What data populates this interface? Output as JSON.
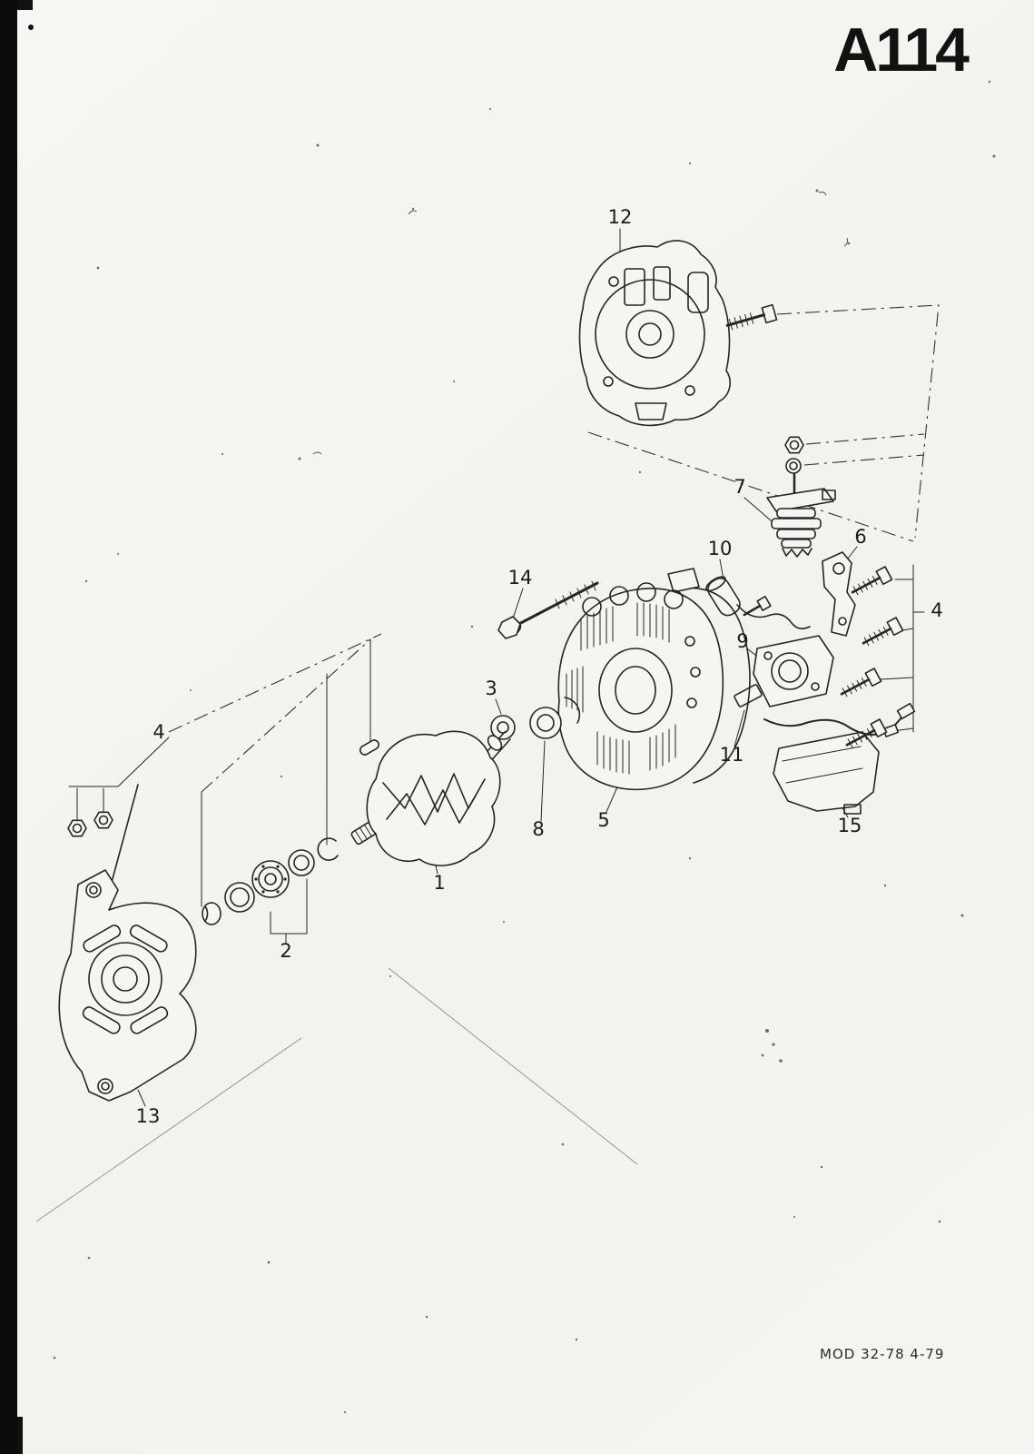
{
  "page": {
    "code": "A114",
    "footer": "MOD 32-78  4-79"
  },
  "diagram": {
    "description": "Exploded view parts diagram of an alternator",
    "ink_color": "#262522",
    "paper_color": "#f6f5f2",
    "callouts": {
      "c1": "1",
      "c2": "2",
      "c3": "3",
      "c4_left": "4",
      "c4_right": "4",
      "c5": "5",
      "c6": "6",
      "c7": "7",
      "c8": "8",
      "c9": "9",
      "c10": "10",
      "c11": "11",
      "c12": "12",
      "c13": "13",
      "c14": "14",
      "c15": "15"
    }
  }
}
